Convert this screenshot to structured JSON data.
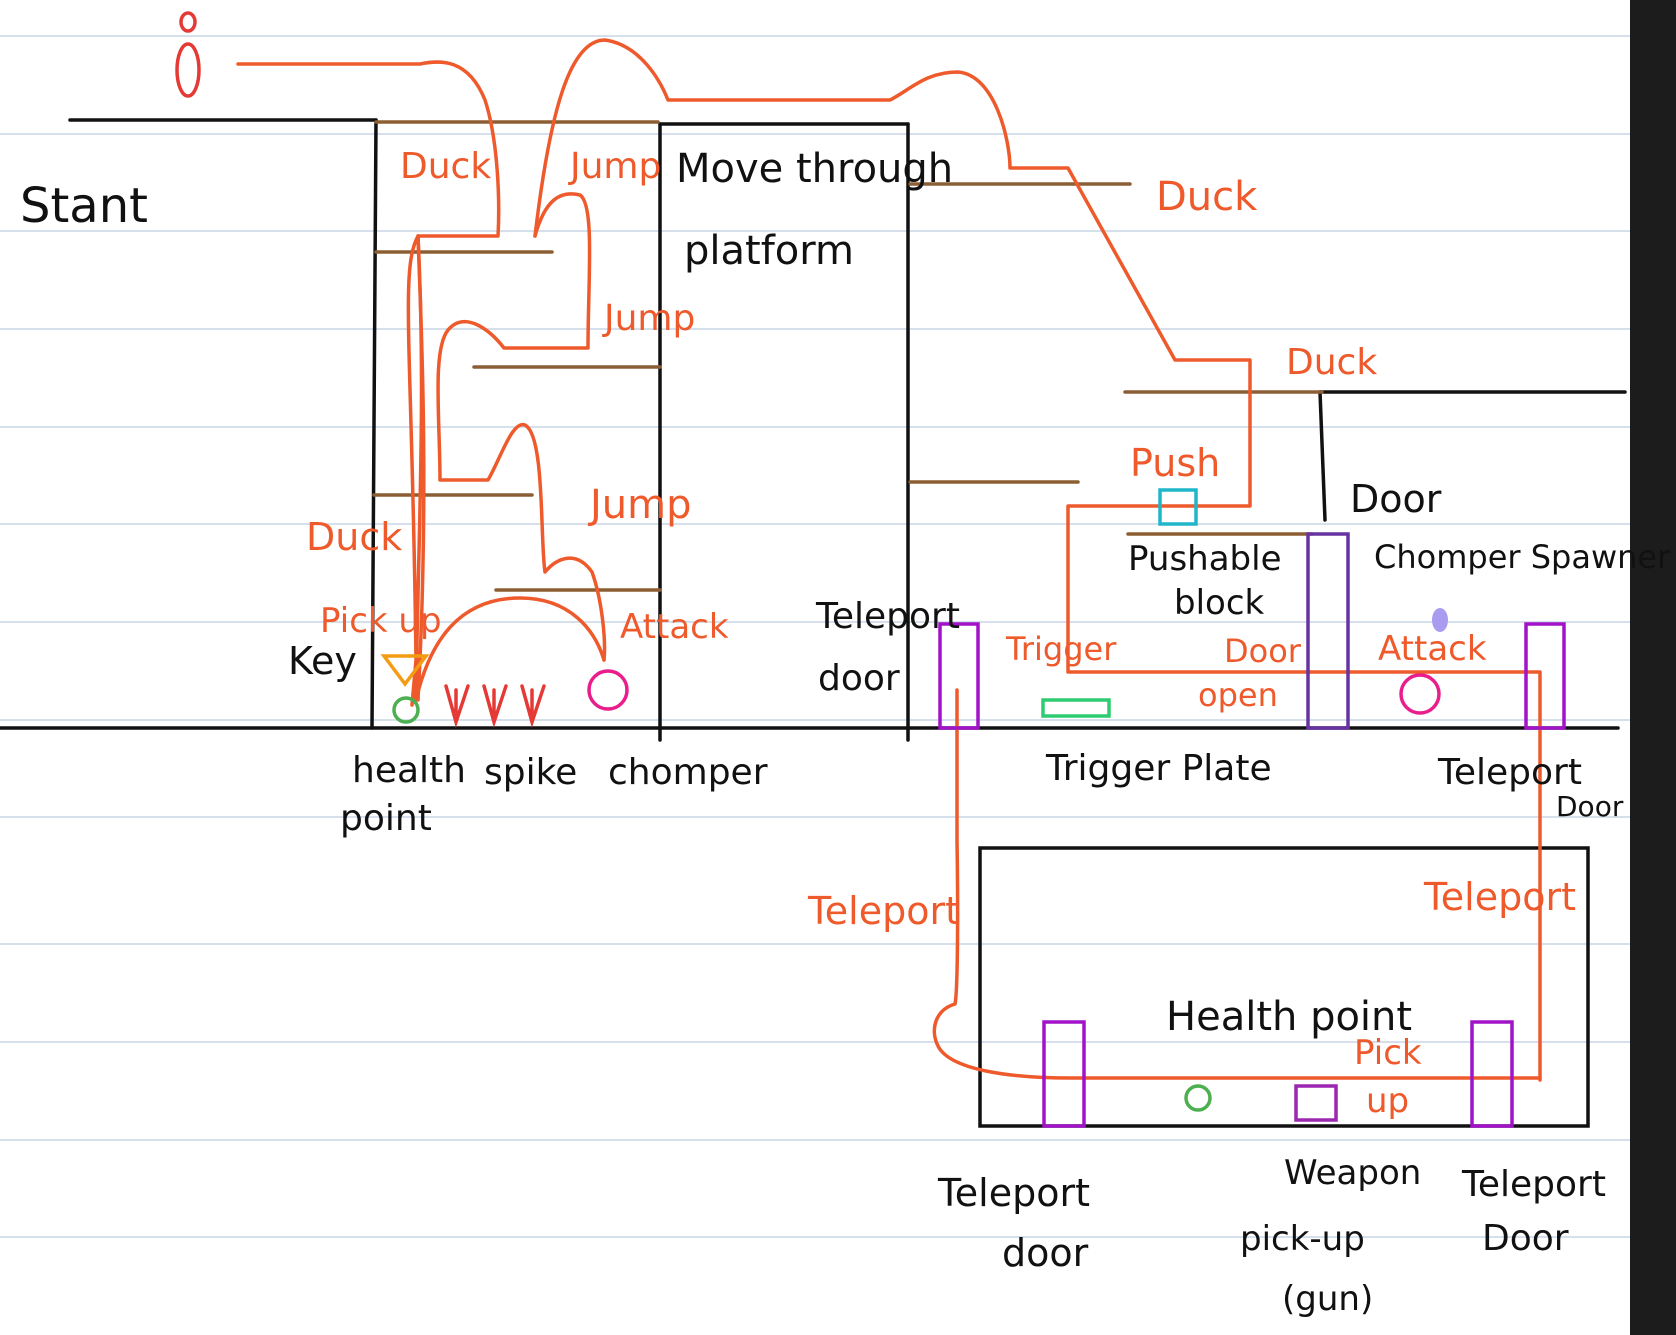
{
  "colors": {
    "paper": "#ffffff",
    "ruled_line": "#c8d6e6",
    "right_strip": "#1c1c1c",
    "wall": "#111111",
    "platform": "#8b5e34",
    "path": "#ee5a2b",
    "teleport_door": "#a112c8",
    "door": "#6633a0",
    "health_point": "#4caf50",
    "key": "#f39c12",
    "spike": "#e53935",
    "chomper": "#e91e8c",
    "pushable_block": "#1fb6c9",
    "trigger_plate": "#2ecc71",
    "weapon_pickup": "#9c27b0",
    "spawner_marker": "#a99cf0"
  },
  "labels": {
    "start": "Stant",
    "move_through_platform_1": "Move through",
    "move_through_platform_2": "platform",
    "key": "Key",
    "health_point_1": "health",
    "health_point_2": "point",
    "spike": "spike",
    "chomper": "chomper",
    "teleport_door_left_1": "Teleport",
    "teleport_door_left_2": "door",
    "pushable_block_1": "Pushable",
    "pushable_block_2": "block",
    "door": "Door",
    "chomper_spawner": "Chomper Spawner",
    "trigger_plate": "Trigger Plate",
    "teleport_door_right_1": "Teleport",
    "teleport_door_right_2": "Door",
    "health_point_lower": "Health point",
    "teleport_door_bottom_left_1": "Teleport",
    "teleport_door_bottom_left_2": "door",
    "weapon_pickup_1": "Weapon",
    "weapon_pickup_2": "pick-up",
    "weapon_pickup_3": "(gun)",
    "teleport_door_bottom_right_1": "Teleport",
    "teleport_door_bottom_right_2": "Door"
  },
  "actions": {
    "duck_1": "Duck",
    "jump_1": "Jump",
    "jump_2": "Jump",
    "jump_3": "Jump",
    "duck_2": "Duck",
    "pick_up_1": "Pick up",
    "attack_1": "Attack",
    "duck_3": "Duck",
    "duck_4": "Duck",
    "push": "Push",
    "trigger": "Trigger",
    "door_open_1": "Door",
    "door_open_2": "open",
    "attack_2": "Attack",
    "teleport_left": "Teleport",
    "teleport_right": "Teleport",
    "pick_up_2_1": "Pick",
    "pick_up_2_2": "up"
  }
}
